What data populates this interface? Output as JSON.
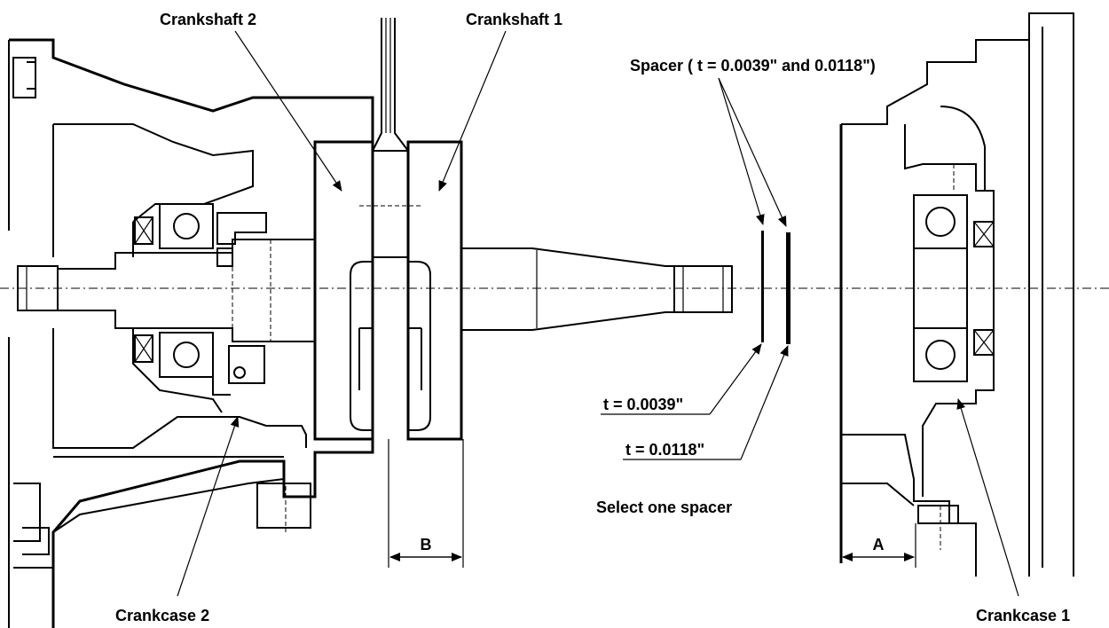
{
  "labels": {
    "crankshaft2": "Crankshaft 2",
    "crankshaft1": "Crankshaft 1",
    "spacer": "Spacer ( t = 0.0039\" and 0.0118\")",
    "t1": "t = 0.0039\"",
    "t2": "t = 0.0118\"",
    "select": "Select one spacer",
    "dimB": "B",
    "dimA": "A",
    "crankcase2": "Crankcase 2",
    "crankcase1": "Crankcase 1"
  }
}
